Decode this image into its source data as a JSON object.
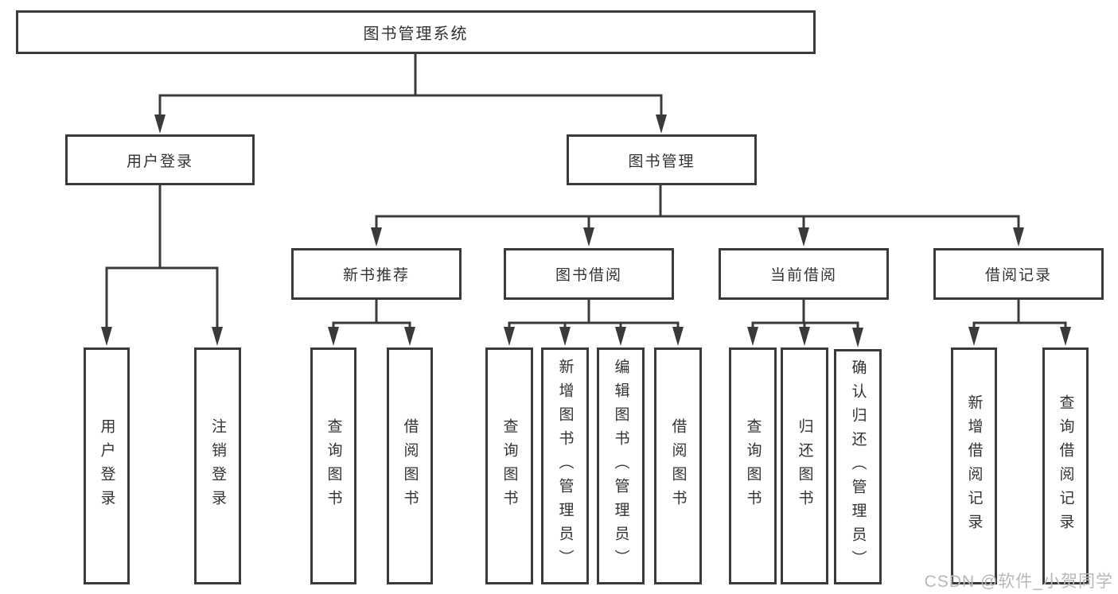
{
  "diagram_type": "hierarchy-tree",
  "colors": {
    "line": "#3a3a3a",
    "border": "#3a3a3a",
    "text": "#333333",
    "background": "#ffffff",
    "watermark_text": "#b8b8b8"
  },
  "tree": {
    "label": "图书管理系统",
    "children": [
      {
        "label": "用户登录",
        "children": [
          {
            "label": "用户登录"
          },
          {
            "label": "注销登录"
          }
        ]
      },
      {
        "label": "图书管理",
        "children": [
          {
            "label": "新书推荐",
            "children": [
              {
                "label": "查询图书"
              },
              {
                "label": "借阅图书"
              }
            ]
          },
          {
            "label": "图书借阅",
            "children": [
              {
                "label": "查询图书"
              },
              {
                "label": "新增图书（管理员）"
              },
              {
                "label": "编辑图书（管理员）"
              },
              {
                "label": "借阅图书"
              }
            ]
          },
          {
            "label": "当前借阅",
            "children": [
              {
                "label": "查询图书"
              },
              {
                "label": "归还图书"
              },
              {
                "label": "确认归还（管理员）"
              }
            ]
          },
          {
            "label": "借阅记录",
            "children": [
              {
                "label": "新增借阅记录"
              },
              {
                "label": "查询借阅记录"
              }
            ]
          }
        ]
      }
    ]
  },
  "watermark": {
    "text": "CSDN @软件_小贺同学"
  }
}
